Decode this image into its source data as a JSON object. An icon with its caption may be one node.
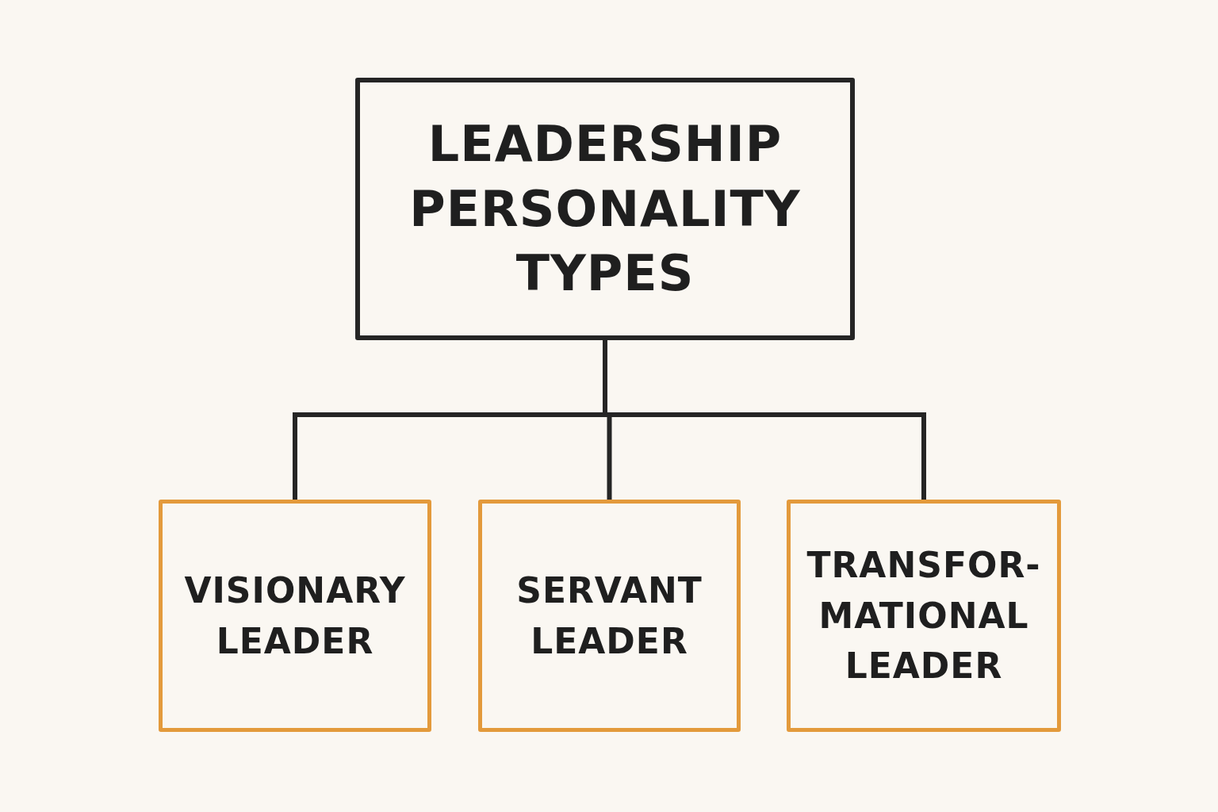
{
  "diagram": {
    "nodes": [
      {
        "text": [
          "LEADERSHIP PERSONALITY TYPES"
        ]
      },
      {
        "text": [
          "VISIONARY LEADER"
        ]
      },
      {
        "text": [
          "SERVANT LEADER"
        ]
      },
      {
        "text": [
          "TRANSFOR- MATIONAL LEADER"
        ]
      }
    ],
    "edges": [
      {
        "from": 0,
        "to": 1,
        "arrow": "none"
      },
      {
        "from": 0,
        "to": 2,
        "arrow": "none"
      },
      {
        "from": 0,
        "to": 3,
        "arrow": "none"
      }
    ]
  }
}
